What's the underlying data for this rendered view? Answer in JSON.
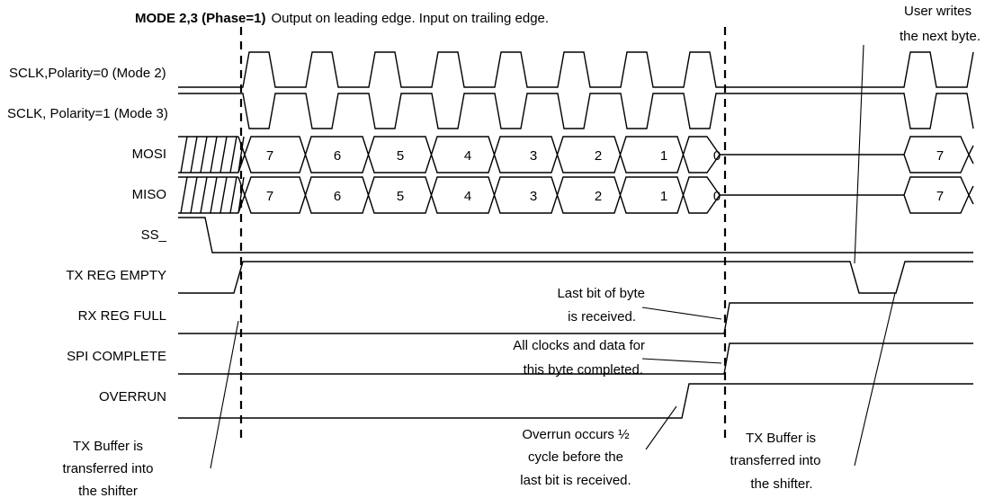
{
  "title": {
    "bold": "MODE 2,3 (Phase=1)",
    "rest": "Output on leading edge. Input on trailing edge."
  },
  "signals": {
    "sclk_pol0": "SCLK,Polarity=0 (Mode 2)",
    "sclk_pol1": "SCLK, Polarity=1 (Mode 3)",
    "mosi": "MOSI",
    "miso": "MISO",
    "ss": "SS_",
    "tx_reg_empty": "TX REG EMPTY",
    "rx_reg_full": "RX REG FULL",
    "spi_complete": "SPI COMPLETE",
    "overrun": "OVERRUN"
  },
  "bits": {
    "b7": "7",
    "b6": "6",
    "b5": "5",
    "b4": "4",
    "b3": "3",
    "b2": "2",
    "b1": "1",
    "b0": "0",
    "next7": "7"
  },
  "annotations": {
    "user_writes_1": "User writes",
    "user_writes_2": "the next byte.",
    "last_bit_1": "Last bit of byte",
    "last_bit_2": "is received.",
    "all_clocks_1": "All clocks and data for",
    "all_clocks_2": "this byte completed.",
    "overrun_1": "Overrun occurs ½",
    "overrun_2": "cycle before the",
    "overrun_3": "last bit is received.",
    "tx_left_1": "TX Buffer is",
    "tx_left_2": "transferred into",
    "tx_left_3": "the shifter",
    "tx_right_1": "TX Buffer is",
    "tx_right_2": "transferred into",
    "tx_right_3": "the shifter."
  }
}
